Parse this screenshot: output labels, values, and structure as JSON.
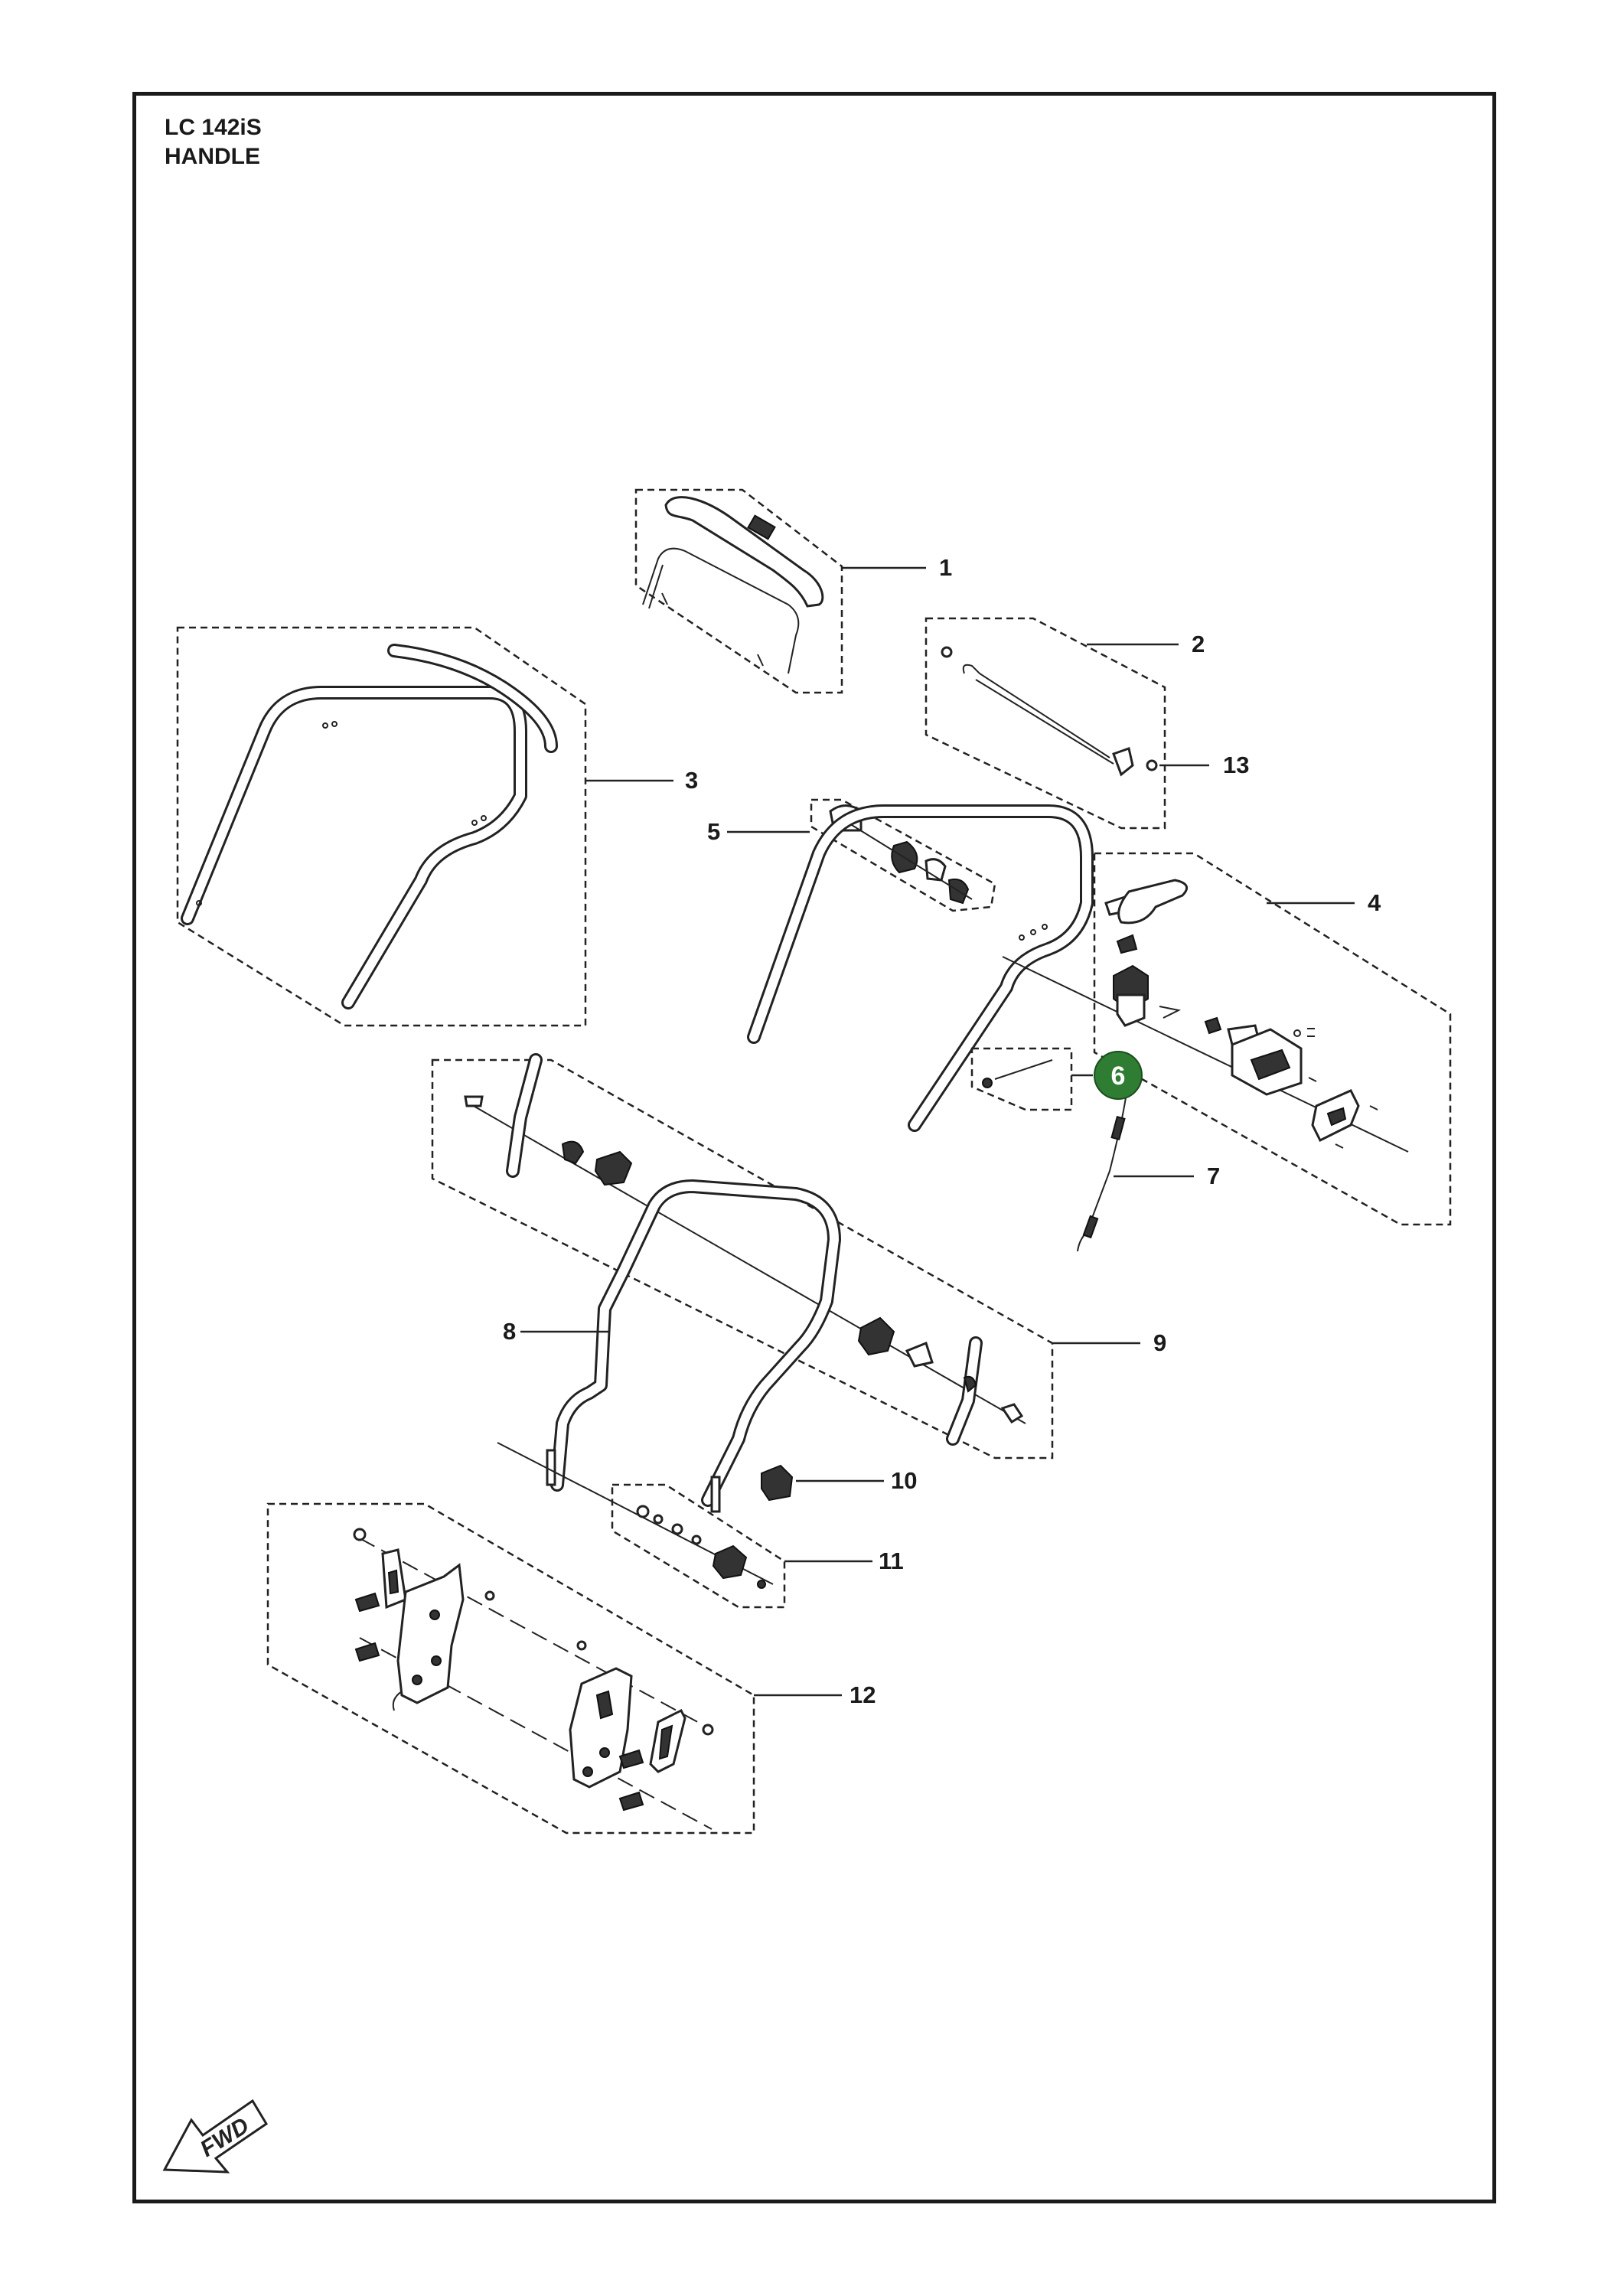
{
  "header": {
    "model": "LC 142iS",
    "section": "HANDLE"
  },
  "callouts": [
    {
      "id": "callout-1",
      "label": "1"
    },
    {
      "id": "callout-2",
      "label": "2"
    },
    {
      "id": "callout-3",
      "label": "3"
    },
    {
      "id": "callout-4",
      "label": "4"
    },
    {
      "id": "callout-5",
      "label": "5"
    },
    {
      "id": "callout-6",
      "label": "6",
      "highlighted": true
    },
    {
      "id": "callout-7",
      "label": "7"
    },
    {
      "id": "callout-8",
      "label": "8"
    },
    {
      "id": "callout-9",
      "label": "9"
    },
    {
      "id": "callout-10",
      "label": "10"
    },
    {
      "id": "callout-11",
      "label": "11"
    },
    {
      "id": "callout-12",
      "label": "12"
    },
    {
      "id": "callout-13",
      "label": "13"
    }
  ],
  "direction_indicator": {
    "label": "FWD",
    "icon": "forward-arrow-icon"
  },
  "colors": {
    "highlight_badge": "#2e7d32",
    "line": "#222222",
    "background": "#ffffff"
  }
}
